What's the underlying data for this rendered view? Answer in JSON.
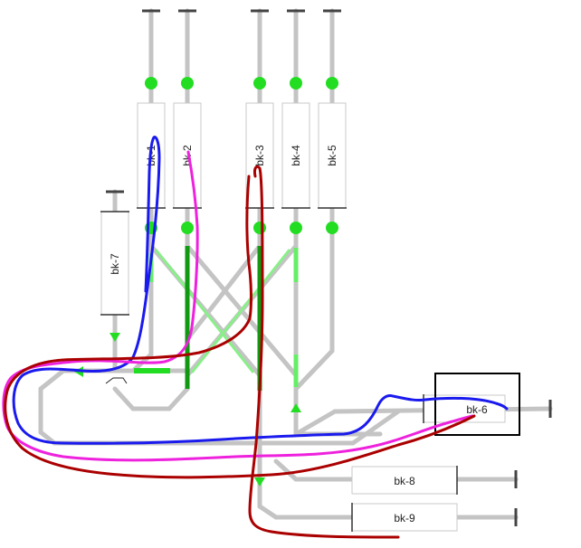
{
  "blocks": [
    {
      "id": "bk1",
      "label": "bk-1"
    },
    {
      "id": "bk2",
      "label": "bk-2"
    },
    {
      "id": "bk3",
      "label": "bk-3"
    },
    {
      "id": "bk4",
      "label": "bk-4"
    },
    {
      "id": "bk5",
      "label": "bk-5"
    },
    {
      "id": "bk6",
      "label": "bk-6"
    },
    {
      "id": "bk7",
      "label": "bk-7"
    },
    {
      "id": "bk8",
      "label": "bk-8"
    },
    {
      "id": "bk9",
      "label": "bk-9"
    }
  ],
  "colors": {
    "track": "#c4c4c4",
    "signal_green": "#22dd22",
    "route_light_green": "#66ee66",
    "route_dark_green": "#119911",
    "annotation_blue": "#1a1aee",
    "annotation_magenta": "#ee22dd",
    "annotation_darkred": "#aa0000",
    "highlight_box": "#000000"
  }
}
